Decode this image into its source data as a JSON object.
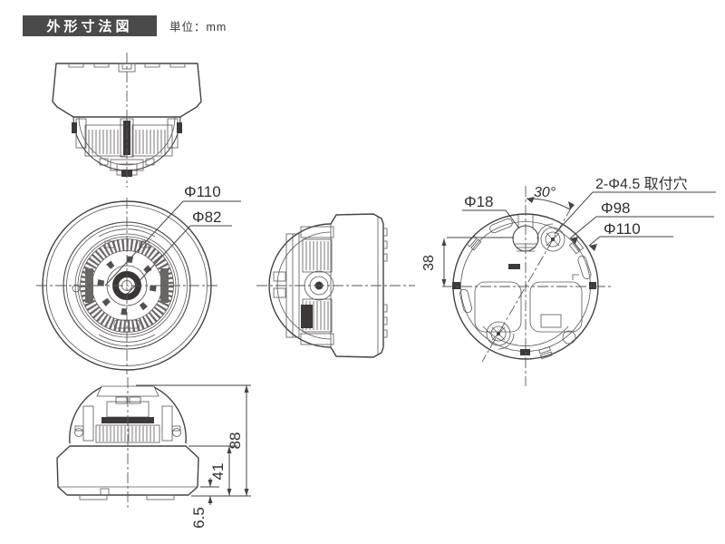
{
  "header": {
    "title": "外形寸法図",
    "unit_label": "単位：mm"
  },
  "labels": {
    "front_outer": "Φ110",
    "front_inner": "Φ82",
    "base_cable": "Φ18",
    "base_angle": "30°",
    "base_mount": "2-Φ4.5 取付穴",
    "base_bolt_circle": "Φ98",
    "base_outer": "Φ110",
    "base_offset": "38",
    "height_total": "88",
    "height_body": "41",
    "height_flange": "6.5"
  },
  "drawing": {
    "unit": "mm",
    "views": [
      "top-inverted-elevation",
      "front-lens-view",
      "side-view",
      "base-mounting-view",
      "side-elevation"
    ],
    "colors": {
      "line": "#474242",
      "header_bg": "#4a4a4a",
      "header_text": "#ffffff"
    }
  }
}
